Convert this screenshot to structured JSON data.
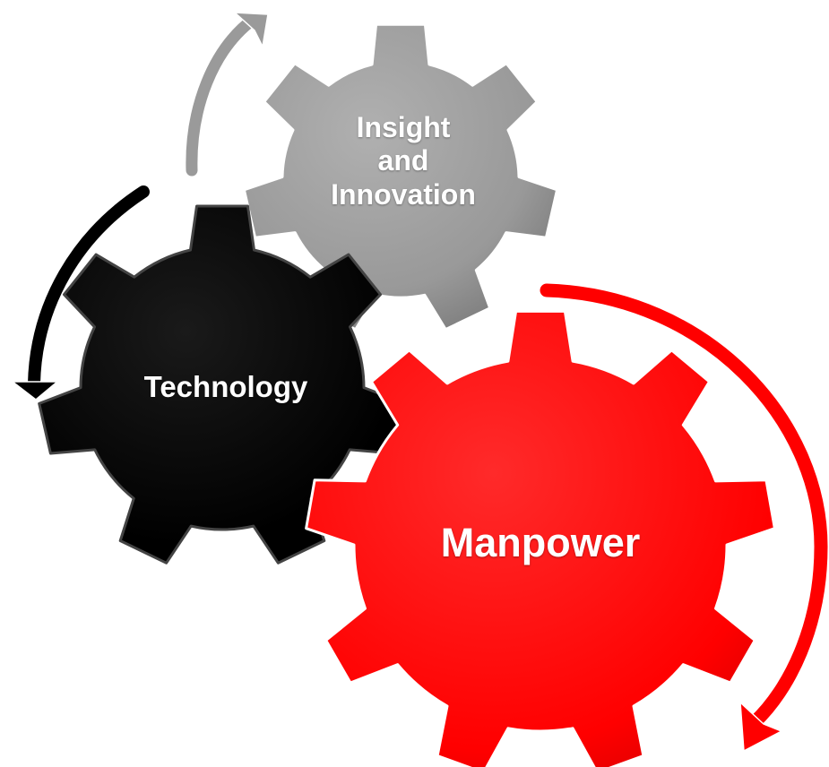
{
  "diagram": {
    "gears": [
      {
        "id": "insight",
        "label_lines": [
          "Insight",
          "and",
          "Innovation"
        ],
        "color": "#9a9a9a"
      },
      {
        "id": "technology",
        "label_lines": [
          "Technology"
        ],
        "color": "#000000"
      },
      {
        "id": "manpower",
        "label_lines": [
          "Manpower"
        ],
        "color": "#ff0000"
      }
    ],
    "arrows": [
      {
        "id": "grey-arrow",
        "color": "#9a9a9a"
      },
      {
        "id": "black-arrow",
        "color": "#000000"
      },
      {
        "id": "red-arrow",
        "color": "#ff0000"
      }
    ]
  }
}
